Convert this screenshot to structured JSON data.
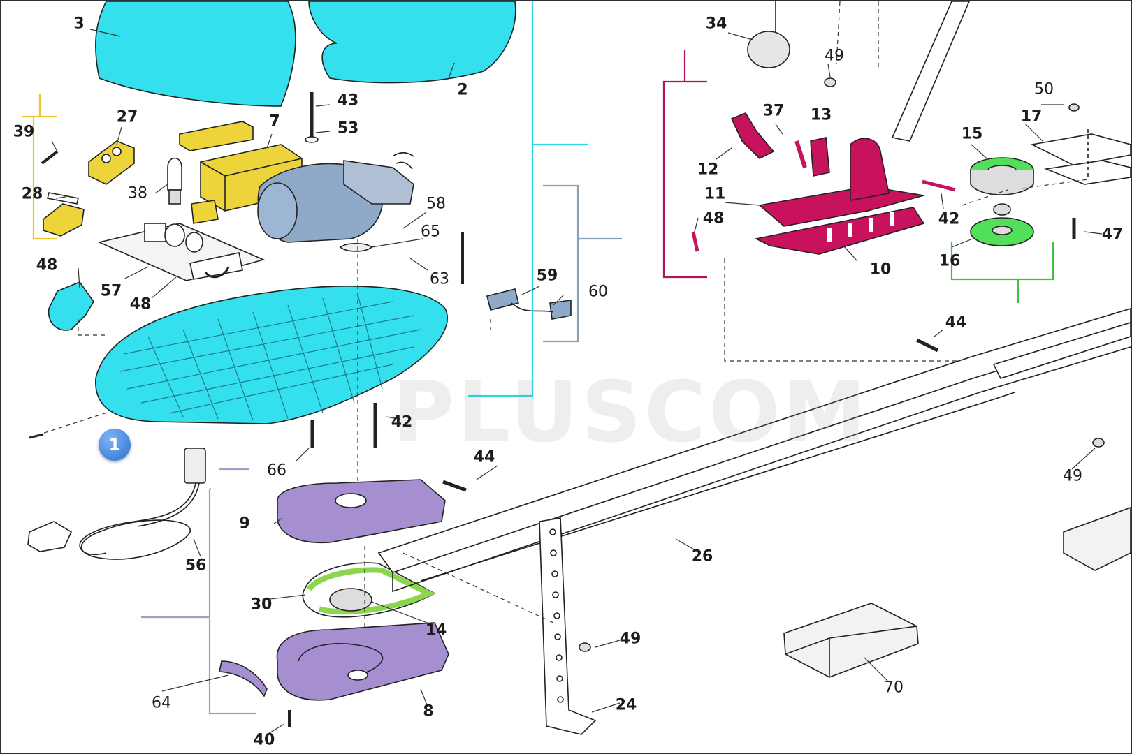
{
  "diagram": {
    "watermark": "PLUSCOM",
    "badge": "1",
    "colors": {
      "cyan_parts": "#35e0ee",
      "magenta_parts": "#c8125e",
      "yellow_parts": "#ecd43a",
      "green_parts": "#52e05a",
      "purple_parts": "#a58fd0",
      "motor_blue": "#8fa9c8",
      "bracket_cyan": "#2ad7e6",
      "bracket_magenta": "#b0125b",
      "bracket_yellow": "#e8c730",
      "bracket_green": "#3ec23e",
      "bracket_slate": "#8aa0b8",
      "bracket_lilac": "#a89bc6"
    },
    "labels": [
      {
        "id": "p3",
        "text": "3"
      },
      {
        "id": "p2",
        "text": "2"
      },
      {
        "id": "p43",
        "text": "43"
      },
      {
        "id": "p53",
        "text": "53"
      },
      {
        "id": "p7",
        "text": "7"
      },
      {
        "id": "p27",
        "text": "27"
      },
      {
        "id": "p39",
        "text": "39"
      },
      {
        "id": "p28",
        "text": "28"
      },
      {
        "id": "p38",
        "text": "38"
      },
      {
        "id": "p58",
        "text": "58"
      },
      {
        "id": "p65",
        "text": "65"
      },
      {
        "id": "p63",
        "text": "63"
      },
      {
        "id": "p48a",
        "text": "48"
      },
      {
        "id": "p57",
        "text": "57"
      },
      {
        "id": "p48b",
        "text": "48"
      },
      {
        "id": "p59",
        "text": "59"
      },
      {
        "id": "p60",
        "text": "60"
      },
      {
        "id": "p42a",
        "text": "42"
      },
      {
        "id": "p66",
        "text": "66"
      },
      {
        "id": "p9",
        "text": "9"
      },
      {
        "id": "p44a",
        "text": "44"
      },
      {
        "id": "p56",
        "text": "56"
      },
      {
        "id": "p30",
        "text": "30"
      },
      {
        "id": "p14",
        "text": "14"
      },
      {
        "id": "p64",
        "text": "64"
      },
      {
        "id": "p8",
        "text": "8"
      },
      {
        "id": "p40",
        "text": "40"
      },
      {
        "id": "p26",
        "text": "26"
      },
      {
        "id": "p49a",
        "text": "49"
      },
      {
        "id": "p24",
        "text": "24"
      },
      {
        "id": "p34",
        "text": "34"
      },
      {
        "id": "p49b",
        "text": "49"
      },
      {
        "id": "p37",
        "text": "37"
      },
      {
        "id": "p13",
        "text": "13"
      },
      {
        "id": "p12",
        "text": "12"
      },
      {
        "id": "p11",
        "text": "11"
      },
      {
        "id": "p48c",
        "text": "48"
      },
      {
        "id": "p10",
        "text": "10"
      },
      {
        "id": "p42b",
        "text": "42"
      },
      {
        "id": "p50",
        "text": "50"
      },
      {
        "id": "p17",
        "text": "17"
      },
      {
        "id": "p15",
        "text": "15"
      },
      {
        "id": "p16",
        "text": "16"
      },
      {
        "id": "p47",
        "text": "47"
      },
      {
        "id": "p44b",
        "text": "44"
      },
      {
        "id": "p49c",
        "text": "49"
      },
      {
        "id": "p70",
        "text": "70"
      }
    ]
  }
}
